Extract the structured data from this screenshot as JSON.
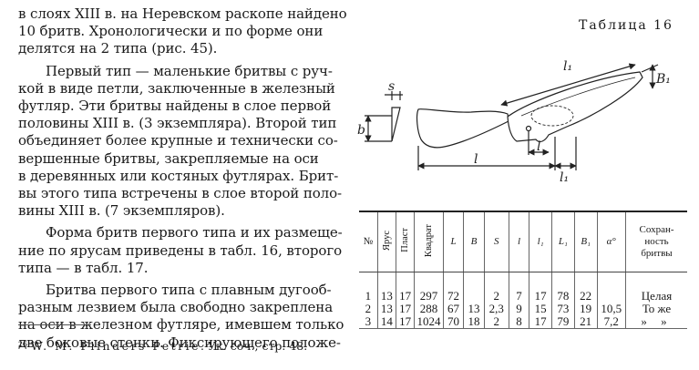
{
  "paragraph_lines": [
    "в слоях XIII в. на Неревском раскопе найдено",
    "10 бритв. Хронологически и по форме они",
    "делятся на 2 типа (рис. 45).",
    "Первый тип — маленькие бритвы с руч-",
    "кой в виде петли, заключенные в железный",
    "футляр. Эти бритвы найдены в слое первой",
    "половины XIII в. (3 экземпляра). Второй тип",
    "объединяет более крупные и технически со-",
    "вершенные бритвы, закрепляемые на оси",
    "в деревянных или костяных футлярах. Брит-",
    "вы этого типа встречены в слое второй поло-",
    "вины XIII в. (7 экземпляров).",
    "Форма бритв первого типа и их размеще-",
    "ние по ярусам приведены в табл. 16, второго",
    "типа — в табл. 17.",
    "Бритва первого типа с плавным дугооб-",
    "разным лезвием была свободно закреплена",
    "на оси в железном футляре, имевшем только",
    "две боковые стенки. Фиксирующего положе-"
  ],
  "footnote": {
    "mark": "²⁶",
    "author": "W. M. Flinders Petrie",
    "rest": ". Ук. соч., стр. 48."
  },
  "table_title": "Таблица 16",
  "drawing_labels": {
    "s": "s",
    "b": "b",
    "l": "l",
    "l1": "l₁",
    "L1": "L₁",
    "B1": "B₁",
    "l_small": "l",
    "l1_small": "l₁"
  },
  "table": {
    "headers": [
      "№",
      "Ярус",
      "Пласт",
      "Квадрат",
      "L",
      "B",
      "S",
      "l",
      "l₁",
      "L₁",
      "B₁",
      "α°",
      "Сохран-\nность\nбритвы"
    ],
    "rows": [
      [
        "1",
        "13",
        "17",
        "297",
        "72",
        "",
        "2",
        "7",
        "17",
        "78",
        "22",
        "",
        "Целая"
      ],
      [
        "2",
        "13",
        "17",
        "288",
        "67",
        "13",
        "2,3",
        "9",
        "15",
        "73",
        "19",
        "10,5",
        "То же"
      ],
      [
        "3",
        "14",
        "17",
        "1024",
        "70",
        "18",
        "2",
        "8",
        "17",
        "79",
        "21",
        "7,2",
        "» »"
      ]
    ]
  }
}
